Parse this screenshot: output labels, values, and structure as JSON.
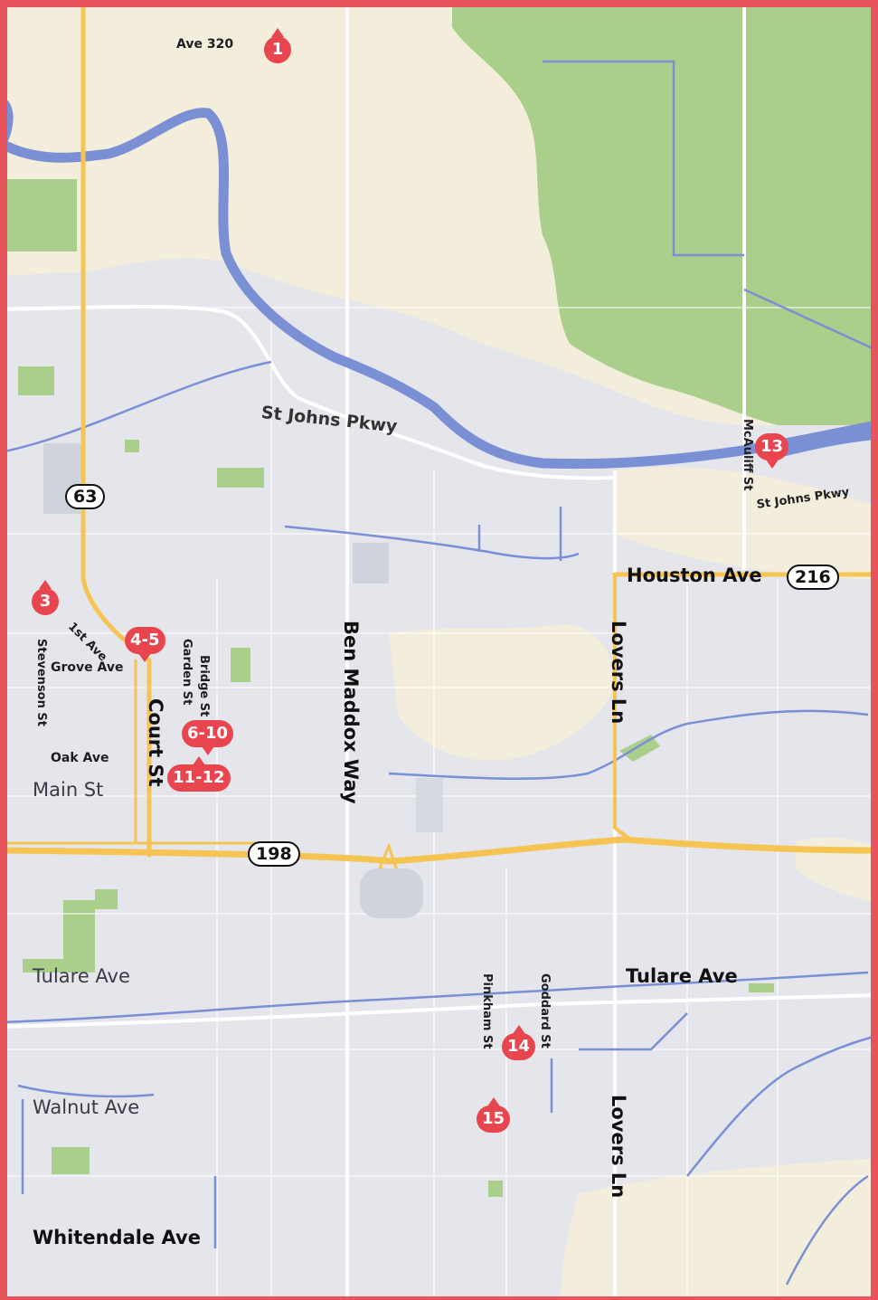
{
  "map": {
    "colors": {
      "background": "#e5e5ec",
      "desert": "#f3eedb",
      "park": "#a9cf8a",
      "water": "#7b8fd4",
      "highway": "#f6c453",
      "marker": "#e8454f",
      "frame": "#e8545b"
    },
    "streets": {
      "ave320": "Ave 320",
      "st_johns_pkwy": "St Johns Pkwy",
      "st_johns_pkwy_east": "St Johns Pkwy",
      "mcauliff": "McAuliff St",
      "houston": "Houston Ave",
      "lovers_ln_north": "Lovers Ln",
      "lovers_ln_south": "Lovers Ln",
      "ben_maddox": "Ben Maddox Way",
      "first_ave": "1st Ave",
      "grove": "Grove Ave",
      "stevenson": "Stevenson St",
      "garden": "Garden St",
      "bridge": "Bridge St",
      "court": "Court St",
      "oak": "Oak Ave",
      "main": "Main St",
      "tulare_west": "Tulare Ave",
      "tulare_east": "Tulare Ave",
      "pinkham": "Pinkham St",
      "goddard": "Goddard St",
      "walnut": "Walnut Ave",
      "whitendale": "Whitendale Ave"
    },
    "shields": {
      "route63": "63",
      "route216": "216",
      "route198": "198"
    },
    "markers": {
      "m1": "1",
      "m3": "3",
      "m4_5": "4-5",
      "m6_10": "6-10",
      "m11_12": "11-12",
      "m13": "13",
      "m14": "14",
      "m15": "15"
    }
  }
}
